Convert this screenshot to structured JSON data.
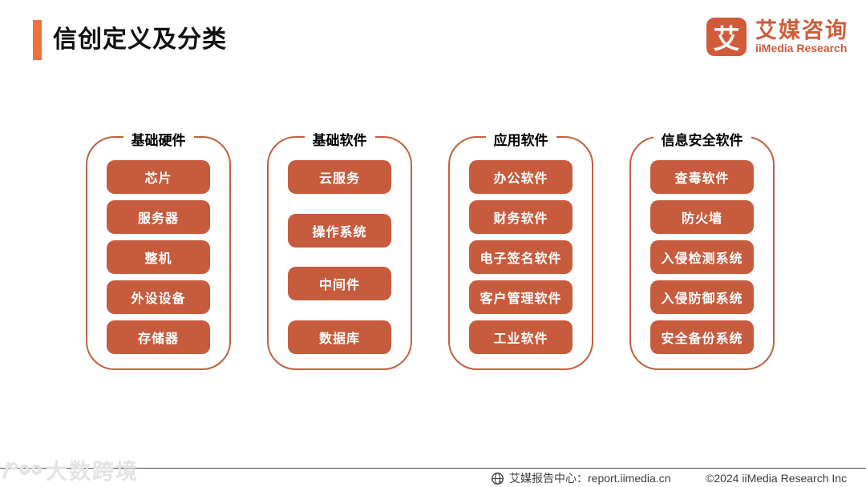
{
  "page": {
    "title": "信创定义及分类"
  },
  "logo": {
    "icon_char": "艾",
    "name_cn": "艾媒咨询",
    "name_en": "iiMedia Research"
  },
  "columns": [
    {
      "header": "基础硬件",
      "items": [
        "芯片",
        "服务器",
        "整机",
        "外设设备",
        "存储器"
      ]
    },
    {
      "header": "基础软件",
      "items": [
        "云服务",
        "操作系统",
        "中间件",
        "数据库"
      ]
    },
    {
      "header": "应用软件",
      "items": [
        "办公软件",
        "财务软件",
        "电子签名软件",
        "客户管理软件",
        "工业软件"
      ]
    },
    {
      "header": "信息安全软件",
      "items": [
        "查毒软件",
        "防火墙",
        "入侵检测系统",
        "入侵防御系统",
        "安全备份系统"
      ]
    }
  ],
  "footer": {
    "report_center": "艾媒报告中心：report.iimedia.cn",
    "copyright": "©2024  iiMedia Research  Inc"
  },
  "watermark": {
    "text": "大数跨境"
  },
  "colors": {
    "accent_bar": "#F2703E",
    "item_box": "#C75B3D",
    "column_border": "#C2603E",
    "logo_orange": "#D15A39",
    "footer_text": "#3F3F3F",
    "watermark_gray": "#E3E3E3"
  }
}
